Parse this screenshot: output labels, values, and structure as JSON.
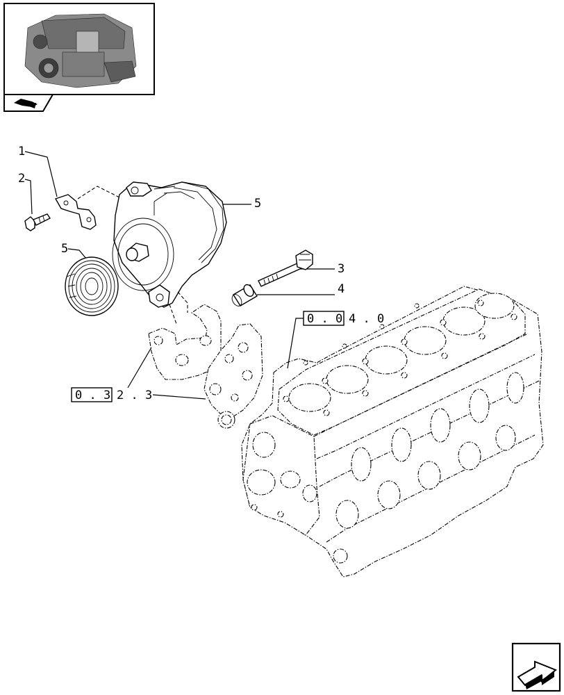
{
  "callouts": {
    "c1": "1",
    "c2": "2",
    "c3": "3",
    "c4": "4",
    "c5a": "5",
    "c5b": "5"
  },
  "references": {
    "ref_block": {
      "boxed": "0 . 0",
      "suffix": "4 . 0"
    },
    "ref_pump": {
      "boxed": "0 . 3",
      "suffix": "2 . 3"
    }
  },
  "icons": {
    "thumbnail": "engine-thumbnail-image",
    "nav_left": "book-arrow-icon",
    "nav_right": "next-page-arrow-icon"
  }
}
